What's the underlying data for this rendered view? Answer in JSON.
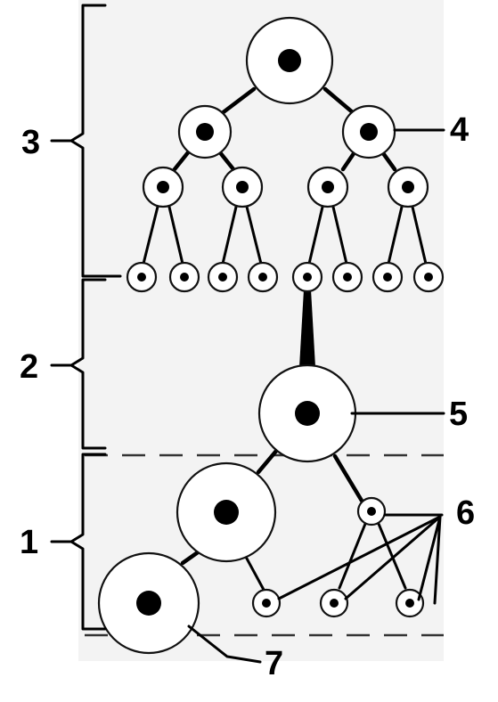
{
  "labels": {
    "zone_1": "1",
    "zone_2": "2",
    "zone_3": "3",
    "callout_4": "4",
    "callout_5": "5",
    "callout_6": "6",
    "callout_7": "7"
  }
}
